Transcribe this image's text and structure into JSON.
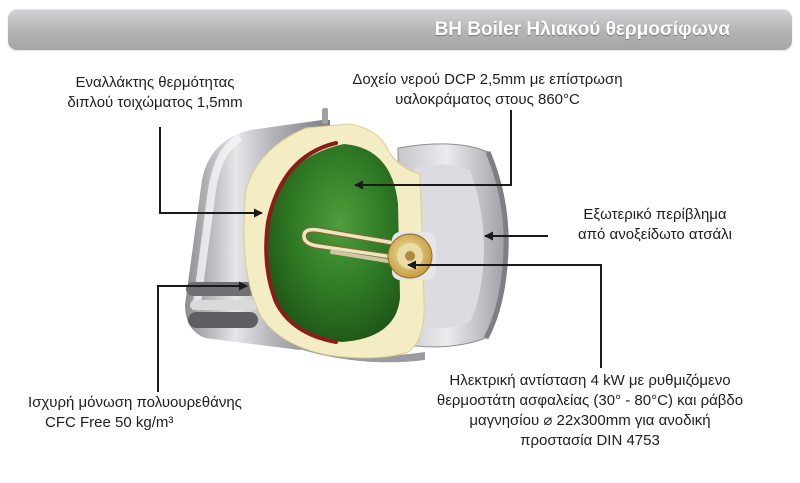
{
  "header": {
    "title": "BH Boiler Ηλιακού θερμοσίφωνα"
  },
  "callouts": {
    "heat_exchanger": [
      "Εναλλάκτης θερμότητας",
      "διπλού τοιχώματος 1,5mm"
    ],
    "water_tank": [
      "Δοχείο νερού DCP 2,5mm με επίστρωση",
      "υαλοκράματος στους 860°C"
    ],
    "outer_casing": [
      "Εξωτερικό περίβλημα",
      "από ανοξείδωτο ατσάλι"
    ],
    "insulation": [
      "Ισχυρή μόνωση πολυουρεθάνης",
      "CFC Free 50 kg/m³"
    ],
    "electric_heater": [
      "Ηλεκτρική αντίσταση 4 kW με ρυθμιζόμενο",
      "θερμοστάτη ασφαλείας (30° - 80°C) και ράβδο",
      "μαγνησίου ⌀ 22x300mm για ανοδική",
      "προστασία DIN 4753"
    ]
  },
  "colors": {
    "header_bar": "#b4b4b6",
    "header_text": "#ffffff",
    "label_text": "#1e1e1e",
    "arrow": "#1a1a1a",
    "tank_green": "#2f7a25",
    "insulation_cream": "#f4edc3",
    "exchanger_red": "#8e1b1b",
    "steel_gray": "#b9b9be"
  }
}
